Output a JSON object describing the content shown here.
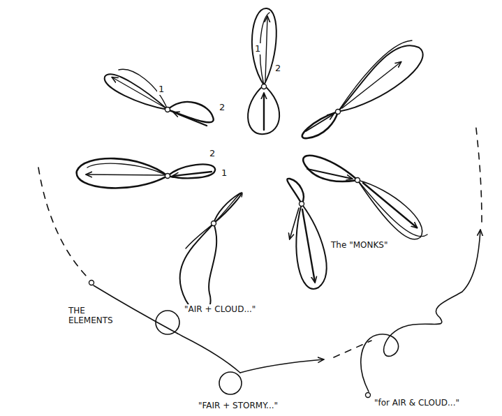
{
  "diagram": {
    "labels": [
      "1",
      "2",
      "1",
      "2",
      "2",
      "1",
      "The \"MONKS\"",
      "THE ELEMENTS",
      "\"AIR + CLOUD...\"",
      "\"FAIR + STORMY...\"",
      "\"for AIR & CLOUD...\""
    ]
  }
}
